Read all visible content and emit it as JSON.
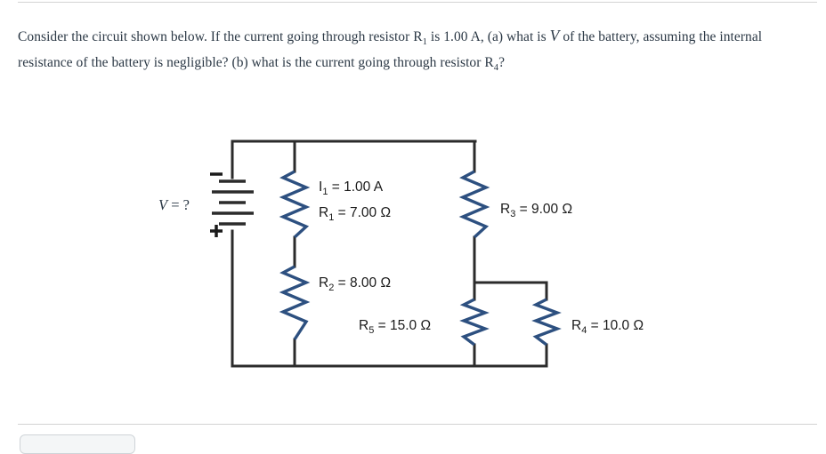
{
  "page": {
    "question_prefix": "Consider the circuit shown below. If the current going through resistor R",
    "question_sub1": "1",
    "question_mid1": " is 1.00 A, (a) what is ",
    "question_v": "V",
    "question_mid2": " of the battery, assuming the internal resistance of the battery is negligible? (b) what is the current going through resistor R",
    "question_sub2": "4",
    "question_suffix": "?"
  },
  "circuit": {
    "source_label_prefix": "V",
    "source_label_suffix": " = ?",
    "battery_positive": "+",
    "battery_negative": "−",
    "labels": {
      "i1_symbol": "I",
      "i1_sub": "1",
      "i1_value": " = 1.00 A",
      "r1_symbol": "R",
      "r1_sub": "1",
      "r1_value": " = 7.00 Ω",
      "r2_symbol": "R",
      "r2_sub": "2",
      "r2_value": " = 8.00 Ω",
      "r3_symbol": "R",
      "r3_sub": "3",
      "r3_value": " = 9.00 Ω",
      "r4_symbol": "R",
      "r4_sub": "4",
      "r4_value": " = 10.0 Ω",
      "r5_symbol": "R",
      "r5_sub": "5",
      "r5_value": " = 15.0 Ω"
    }
  },
  "colors": {
    "wire": "#2b2b2b",
    "resistor": "#2d5080",
    "text": "#1a1a1a",
    "question_text": "#2b3845",
    "divider": "#d3d3d3",
    "button_fill": "#f4f6f7",
    "button_border": "#cfd4d8"
  }
}
